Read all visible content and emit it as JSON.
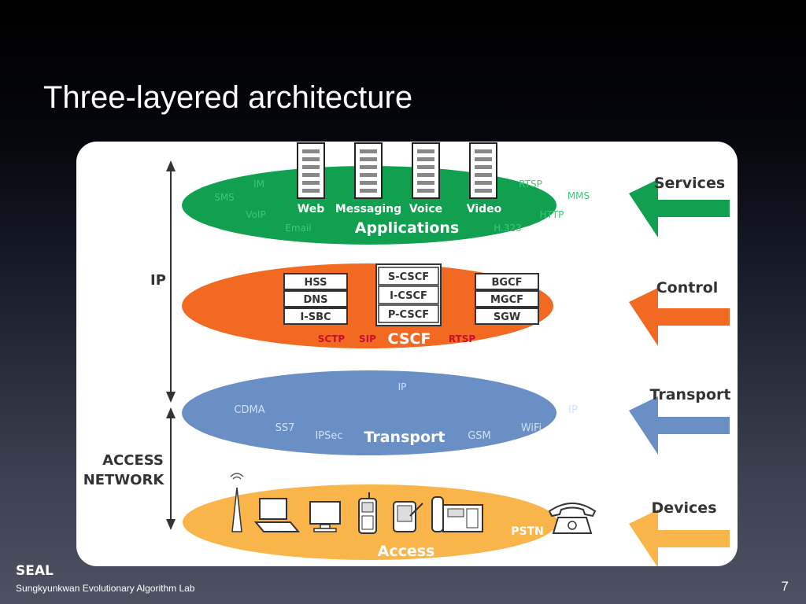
{
  "slide": {
    "title": "Three-layered architecture",
    "footer_org": "SEAL",
    "footer_lab": "Sungkyunkwan Evolutionary Algorithm Lab",
    "page_number": "7"
  },
  "diagram": {
    "side_labels": {
      "ip": "IP",
      "access_network_line1": "ACCESS",
      "access_network_line2": "NETWORK"
    },
    "layers": {
      "services": {
        "arrow_label": "Services",
        "ellipse_label": "Applications",
        "servers": [
          "Web",
          "Messaging",
          "Voice",
          "Video"
        ],
        "protocols": [
          "IM",
          "SMS",
          "VoIP",
          "Email",
          "RTSP",
          "MMS",
          "HTTP",
          "H.323"
        ]
      },
      "control": {
        "arrow_label": "Control",
        "ellipse_label": "CSCF",
        "left_boxes": [
          "HSS",
          "DNS",
          "I-SBC"
        ],
        "center_boxes": [
          "S-CSCF",
          "I-CSCF",
          "P-CSCF"
        ],
        "right_boxes": [
          "BGCF",
          "MGCF",
          "SGW"
        ],
        "protocols": [
          "SCTP",
          "SIP",
          "RTSP"
        ]
      },
      "transport": {
        "arrow_label": "Transport",
        "ellipse_label": "Transport",
        "protocols": [
          "IP",
          "CDMA",
          "IP",
          "SS7",
          "IPSec",
          "GSM",
          "WiFi"
        ]
      },
      "devices": {
        "arrow_label": "Devices",
        "ellipse_label": "Access",
        "pstn_label": "PSTN"
      }
    },
    "colors": {
      "services": "#11a050",
      "control": "#f26a22",
      "transport": "#6a8fc4",
      "devices": "#f9b44a",
      "services_text": "#3cc87a",
      "transport_text": "#cfe0f5"
    }
  }
}
